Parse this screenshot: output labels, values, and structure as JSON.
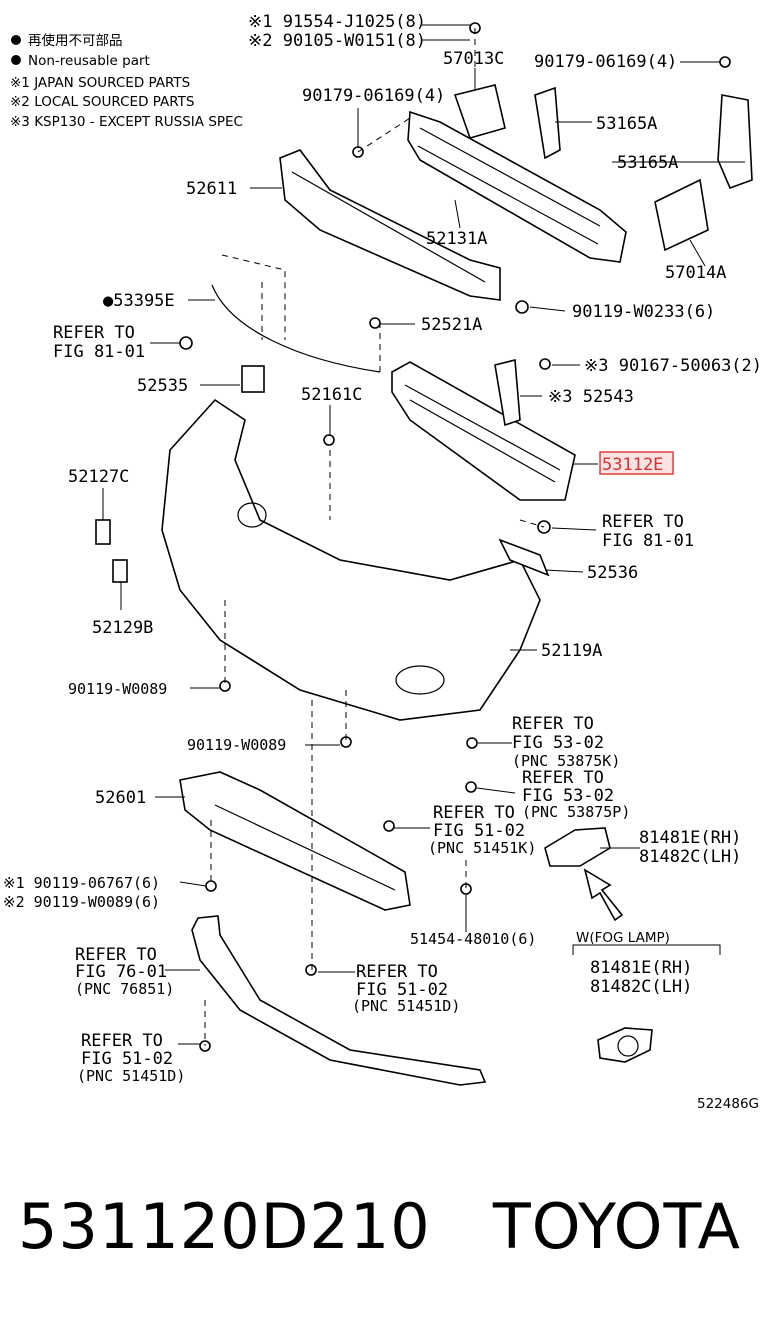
{
  "legend": {
    "non_reusable_jp": "再使用不可部品",
    "non_reusable_en": "Non-reusable part",
    "note1": "※1 JAPAN SOURCED PARTS",
    "note2": "※2 LOCAL SOURCED PARTS",
    "note3": "※3 KSP130 - EXCEPT RUSSIA SPEC"
  },
  "labels": {
    "l91554": "※1 91554-J1025(8)",
    "l90105": "※2 90105-W0151(8)",
    "l57013C": "57013C",
    "l90179a": "90179-06169(4)",
    "l90179b": "90179-06169(4)",
    "l53165A_1": "53165A",
    "l53165A_2": "53165A",
    "l52611": "52611",
    "l52131A": "52131A",
    "l57014A": "57014A",
    "l53395E": "●53395E",
    "l90119W0233": "90119-W0233(6)",
    "l52521A": "52521A",
    "refer8101a_1": "REFER TO",
    "refer8101a_2": "FIG 81-01",
    "l52535": "52535",
    "l52161C": "52161C",
    "l90167": "※3 90167-50063(2)",
    "l52543": "※3 52543",
    "l53112E": "53112E",
    "l52127C": "52127C",
    "refer8101b_1": "REFER TO",
    "refer8101b_2": "FIG 81-01",
    "l52536": "52536",
    "l52129B": "52129B",
    "l52119A": "52119A",
    "l90119W0089a": "90119-W0089",
    "l90119W0089b": "90119-W0089",
    "refer5302a_1": "REFER TO",
    "refer5302a_2": "FIG 53-02",
    "refer5302a_3": "(PNC 53875K)",
    "refer5302b_1": "REFER TO",
    "refer5302b_2": "FIG 53-02",
    "refer5302b_3": "(PNC 53875P)",
    "l52601": "52601",
    "refer5102a_1": "REFER TO",
    "refer5102a_2": "FIG 51-02",
    "refer5102a_3": "(PNC 51451K)",
    "l81481E_1": "81481E(RH)",
    "l81482C_1": "81482C(LH)",
    "l90119_06767": "※1 90119-06767(6)",
    "l90119_W0089_6": "※2 90119-W0089(6)",
    "l51454": "51454-48010(6)",
    "fog_caption": "W(FOG LAMP)",
    "l81481E_2": "81481E(RH)",
    "l81482C_2": "81482C(LH)",
    "refer7601_1": "REFER TO",
    "refer7601_2": "FIG 76-01",
    "refer7601_3": "(PNC 76851)",
    "refer5102b_1": "REFER TO",
    "refer5102b_2": "FIG 51-02",
    "refer5102b_3": "(PNC 51451D)",
    "refer5102c_1": "REFER TO",
    "refer5102c_2": "FIG 51-02",
    "refer5102c_3": "(PNC 51451D)",
    "diagram_id": "522486G"
  },
  "highlight_color": "#d33333",
  "footer": {
    "part_number": "531120D210",
    "brand": "TOYOTA"
  }
}
